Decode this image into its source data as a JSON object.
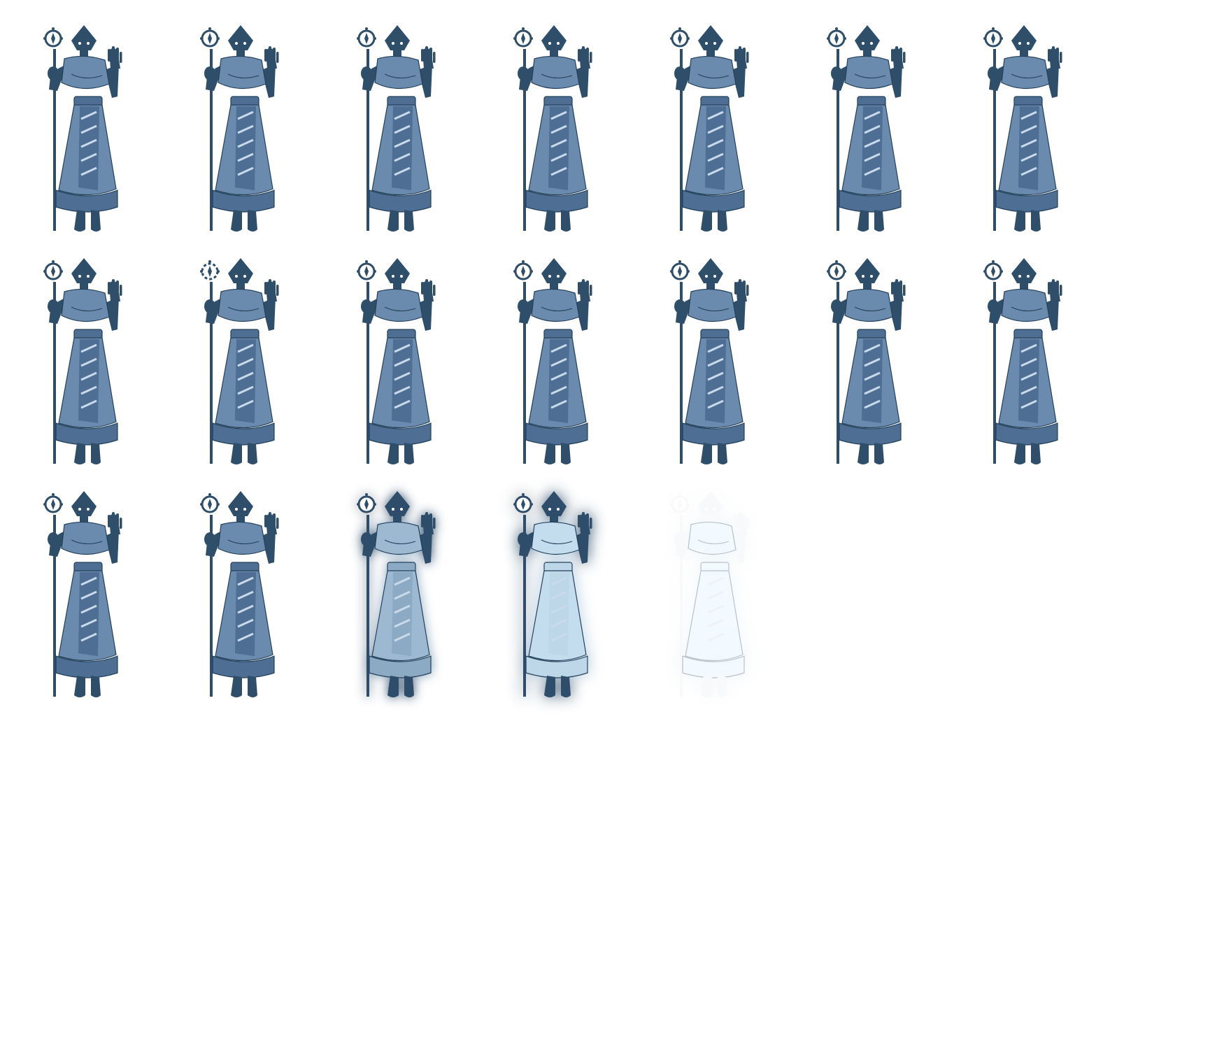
{
  "sprite_sheet": {
    "columns": 7,
    "rows": 4,
    "colors": {
      "background": "#ffffff",
      "body": "#2e4e6a",
      "robe": "#6b8bae",
      "robe_dark": "#4e6f93",
      "stripe": "#c9daea",
      "outline": "#23405a",
      "glow": "#d9f1ff"
    },
    "character_icons": [
      "diamond-head-icon",
      "staff-orb-icon",
      "raised-hand-icon"
    ],
    "frames": [
      {
        "state": "idle",
        "glow": 0,
        "fade": 0,
        "staff_ring": "solid"
      },
      {
        "state": "idle",
        "glow": 0,
        "fade": 0,
        "staff_ring": "solid"
      },
      {
        "state": "idle",
        "glow": 0,
        "fade": 0,
        "staff_ring": "solid"
      },
      {
        "state": "idle",
        "glow": 0,
        "fade": 0,
        "staff_ring": "solid"
      },
      {
        "state": "idle",
        "glow": 0,
        "fade": 0,
        "staff_ring": "solid"
      },
      {
        "state": "idle",
        "glow": 0,
        "fade": 0,
        "staff_ring": "solid"
      },
      {
        "state": "idle",
        "glow": 0,
        "fade": 0,
        "staff_ring": "solid"
      },
      {
        "state": "idle",
        "glow": 0,
        "fade": 0,
        "staff_ring": "solid"
      },
      {
        "state": "idle",
        "glow": 0,
        "fade": 0,
        "staff_ring": "sketch"
      },
      {
        "state": "idle",
        "glow": 0,
        "fade": 0,
        "staff_ring": "solid"
      },
      {
        "state": "idle",
        "glow": 0,
        "fade": 0,
        "staff_ring": "solid"
      },
      {
        "state": "idle",
        "glow": 0,
        "fade": 0,
        "staff_ring": "solid"
      },
      {
        "state": "idle",
        "glow": 0,
        "fade": 0,
        "staff_ring": "solid"
      },
      {
        "state": "idle",
        "glow": 0,
        "fade": 0,
        "staff_ring": "solid"
      },
      {
        "state": "idle",
        "glow": 0,
        "fade": 0,
        "staff_ring": "solid"
      },
      {
        "state": "idle",
        "glow": 0,
        "fade": 0,
        "staff_ring": "solid"
      },
      {
        "state": "dissolve",
        "glow": 0.45,
        "fade": 0,
        "staff_ring": "solid"
      },
      {
        "state": "dissolve",
        "glow": 0.8,
        "fade": 0,
        "staff_ring": "solid"
      },
      {
        "state": "dissolve",
        "glow": 1,
        "fade": 0.9,
        "staff_ring": "solid"
      }
    ]
  }
}
